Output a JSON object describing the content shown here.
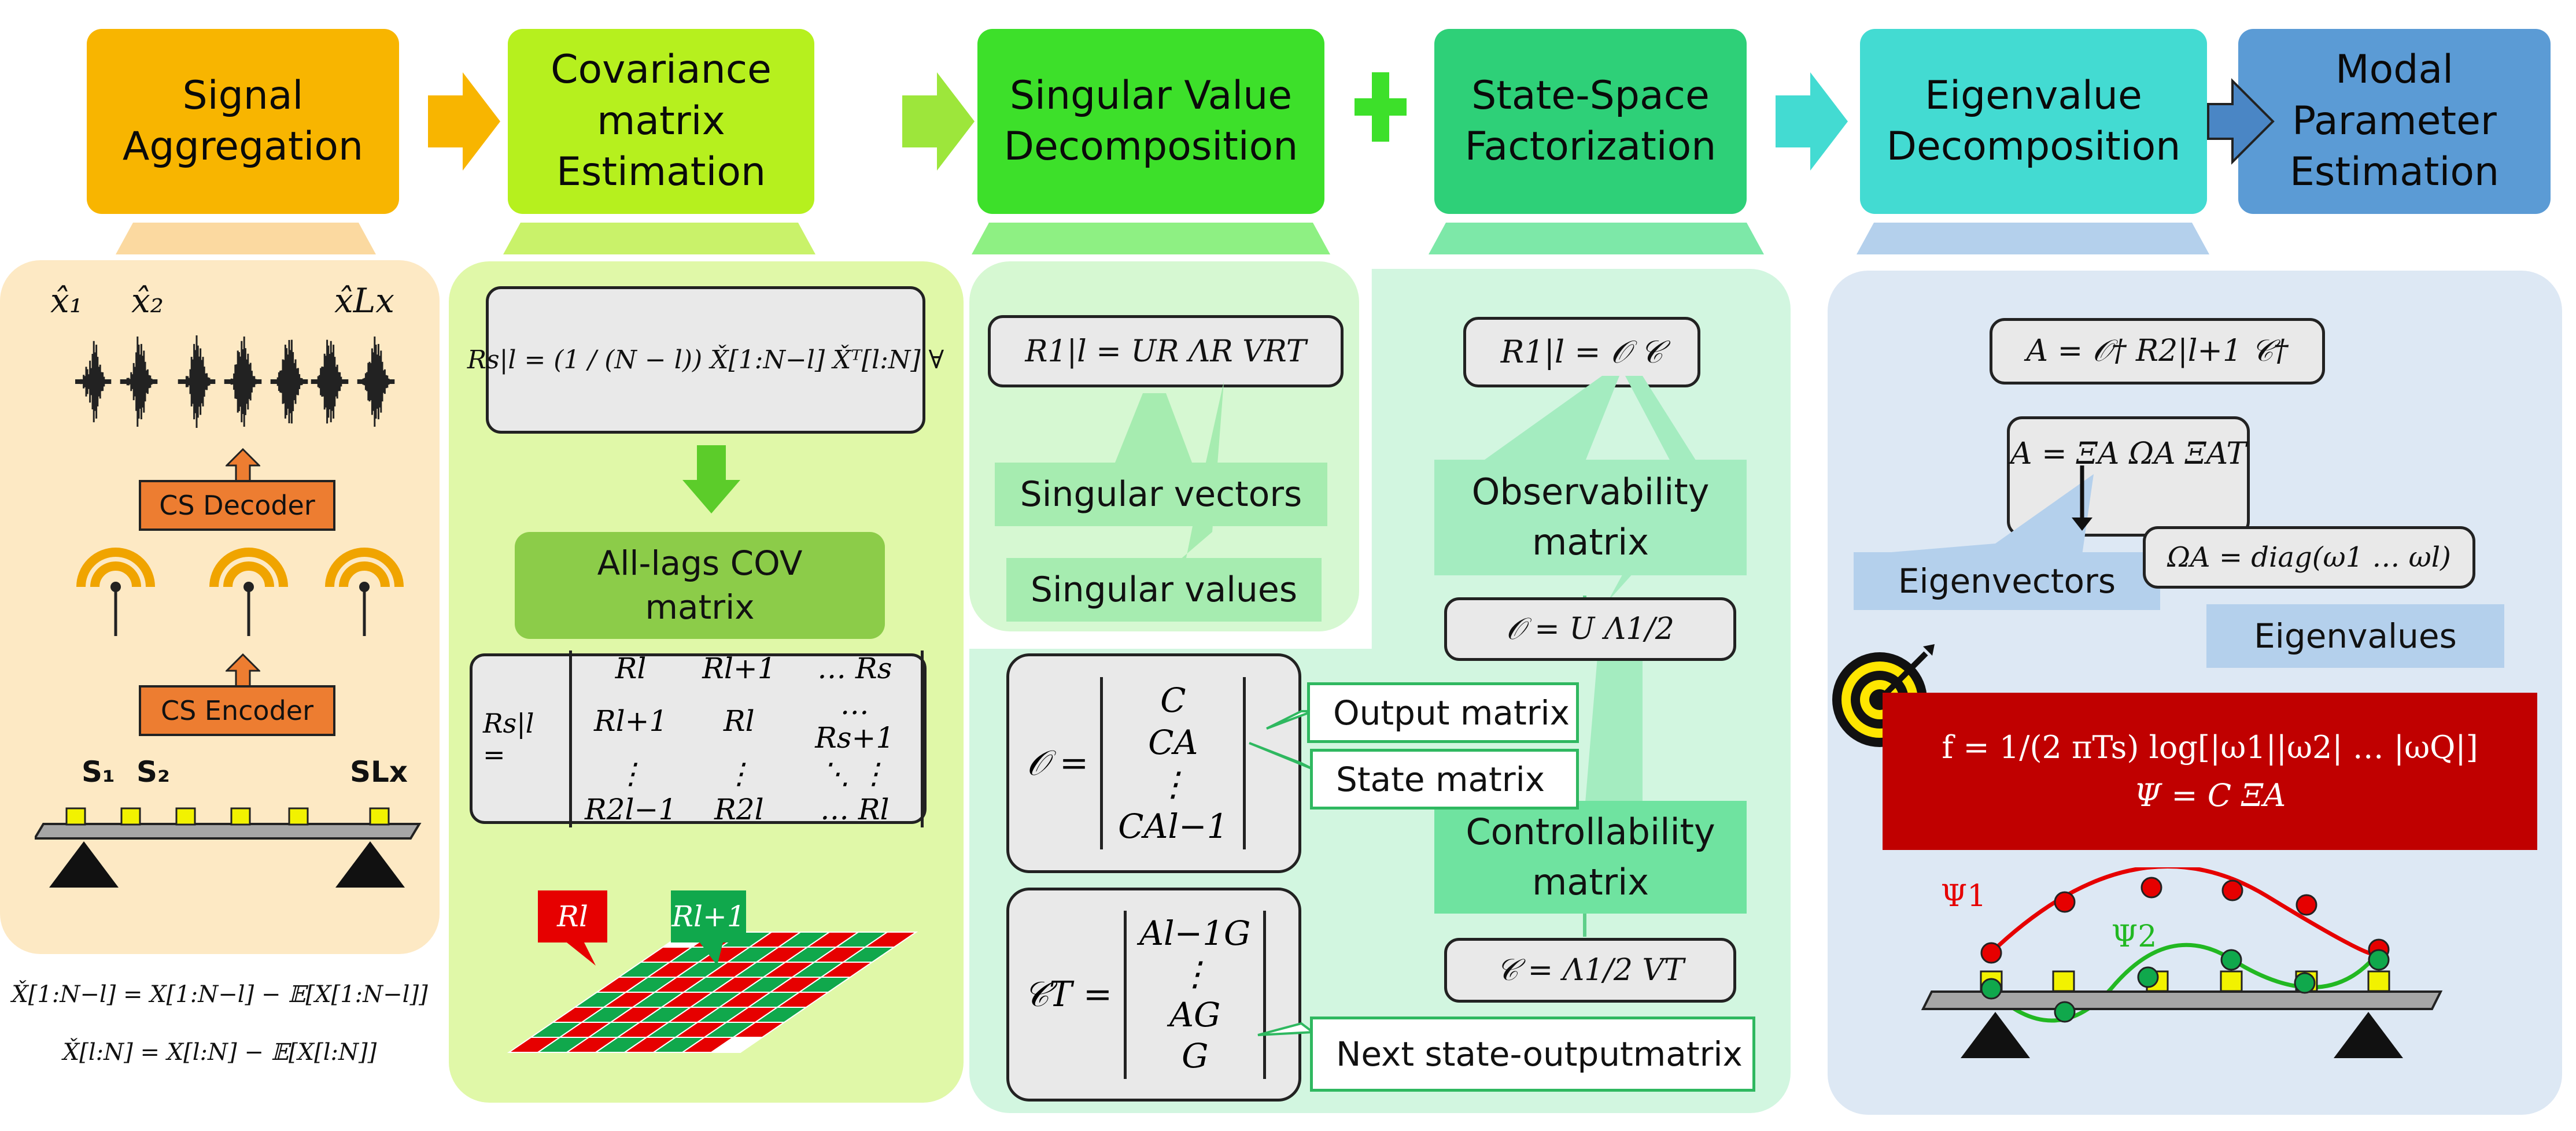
{
  "stages": [
    {
      "label": "Signal\nAggregation",
      "color": "#f8b500"
    },
    {
      "label": "Covariance\nmatrix\nEstimation",
      "color": "#b6f01e"
    },
    {
      "label": "Singular Value\nDecomposition",
      "color": "#3de02a"
    },
    {
      "label": "State-Space\nFactorization",
      "color": "#2ed078"
    },
    {
      "label": "Eigenvalue\nDecomposition",
      "color": "#43dbd2"
    },
    {
      "label": "Modal\nParameter\nEstimation",
      "color": "#5b9bd5"
    }
  ],
  "signal_panel": {
    "signal_labels": [
      "x̂₁",
      "x̂₂",
      "x̂Lx"
    ],
    "decoder_label": "CS Decoder",
    "encoder_label": "CS Encoder",
    "sensor_labels": [
      "S₁",
      "S₂",
      "SLx"
    ],
    "formula_1": "X̌[1:N−l] = X[1:N−l] − 𝔼[X[1:N−l]]",
    "formula_2": "X̌[l:N] = X[l:N] − 𝔼[X[l:N]]"
  },
  "cov_panel": {
    "eq_main": "Rs|l = (1 / (N − l)) X̌[1:N−l] X̌ᵀ[l:N]   ∀",
    "all_lags_label": "All-lags COV\nmatrix",
    "matrix_lhs": "Rs|l =",
    "block_matrix": [
      [
        "Rl",
        "Rl+1",
        "… Rs"
      ],
      [
        "Rl+1",
        "Rl",
        "…Rs+1"
      ],
      [
        "⋮",
        "⋮",
        "⋱  ⋮"
      ],
      [
        "R2l−1",
        "R2l",
        "… Rl"
      ]
    ],
    "callout_red": "Rl",
    "callout_green": "Rl+1"
  },
  "svd_panel": {
    "eq": "R1|l = UR ΛR VRT",
    "singular_vectors_label": "Singular vectors",
    "singular_values_label": "Singular values"
  },
  "ssf_panel": {
    "eq_r": "R1|l = 𝒪 𝒞",
    "observability_label": "Observability\nmatrix",
    "eq_o": "𝒪 = U Λ1/2",
    "controllability_label": "Controllability\nmatrix",
    "eq_c": "𝒞 = Λ1/2 VT",
    "o_matrix_lhs": "𝒪 =",
    "o_matrix_rows": [
      "C",
      "CA",
      "⋮",
      "CAl−1"
    ],
    "c_matrix_lhs": "𝒞T =",
    "c_matrix_rows": [
      "Al−1G",
      "⋮",
      "AG",
      "G"
    ],
    "output_matrix_label": "Output matrix",
    "state_matrix_label": "State matrix",
    "next_state_label": "Next state-outputmatrix"
  },
  "evd_panel": {
    "eq_a": "A = 𝒪† R2|l+1 𝒞†",
    "eq_decomp": "A = ΞA ΩA ΞAT",
    "eq_omega": "ΩA = diag(ω1 … ωl)",
    "eigenvectors_label": "Eigenvectors",
    "eigenvalues_label": "Eigenvalues",
    "result_f": "f = 1/(2 πTs) log[|ω1||ω2| … |ωQ|]",
    "result_psi": "Ψ = C ΞA",
    "mode_labels": [
      "Ψ1",
      "Ψ2"
    ]
  },
  "colors": {
    "signal_panel": "#fde9c4",
    "cov_panel": "#e0f8a8",
    "svd_panel": "#d6f8d2",
    "ssf_panel": "#d2f6e0",
    "evd_panel": "#dde8f4",
    "result_box": "#c00000",
    "cs_box": "#ed7d31"
  }
}
